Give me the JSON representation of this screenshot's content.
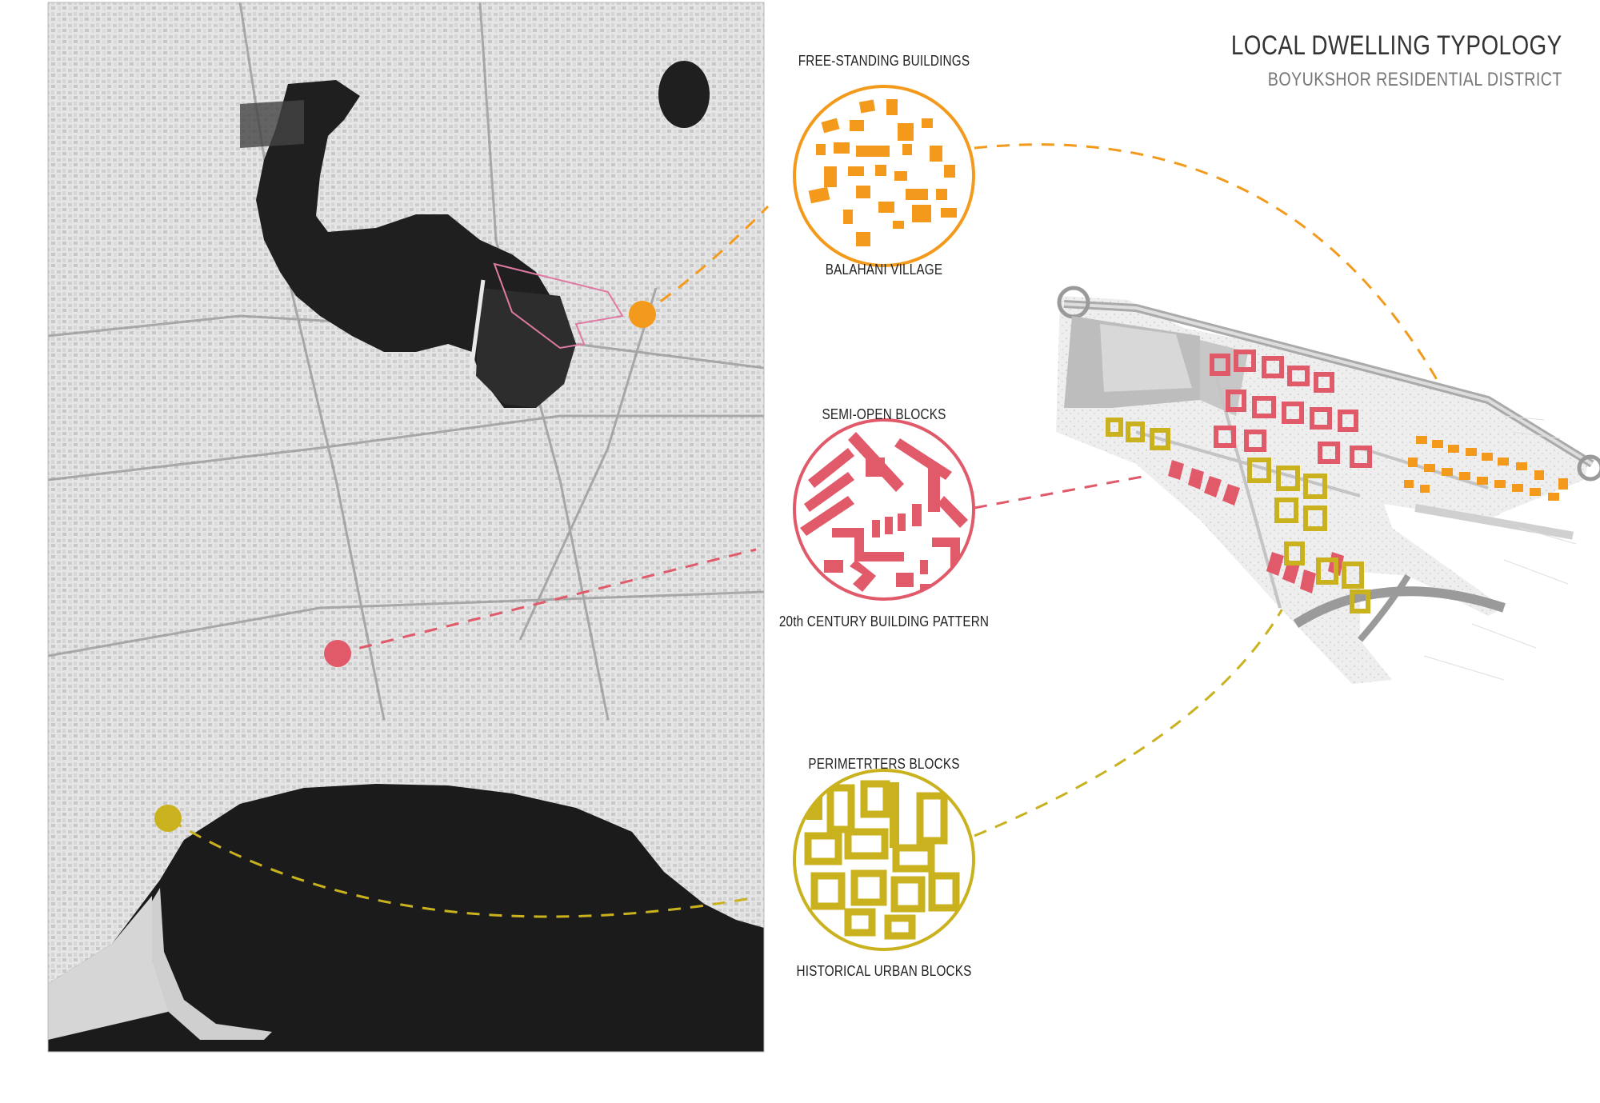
{
  "header": {
    "title": "LOCAL DWELLING TYPOLOGY",
    "subtitle": "BOYUKSHOR RESIDENTIAL DISTRICT"
  },
  "typologies": [
    {
      "id": "free-standing",
      "top_label": "FREE-STANDING BUILDINGS",
      "bottom_label": "BALAHANI VILLAGE",
      "color": "#f39a1c"
    },
    {
      "id": "semi-open",
      "top_label": "SEMI-OPEN BLOCKS",
      "bottom_label": "20th CENTURY BUILDING PATTERN",
      "color": "#e05a6a"
    },
    {
      "id": "perimeter",
      "top_label": "PERIMETRTERS BLOCKS",
      "bottom_label": "HISTORICAL URBAN BLOCKS",
      "color": "#c9b21e"
    }
  ],
  "colors": {
    "orange": "#f39a1c",
    "red": "#e05a6a",
    "olive": "#c9b21e",
    "map_dark": "#1d1d1d",
    "map_light": "#d9d9d9"
  }
}
